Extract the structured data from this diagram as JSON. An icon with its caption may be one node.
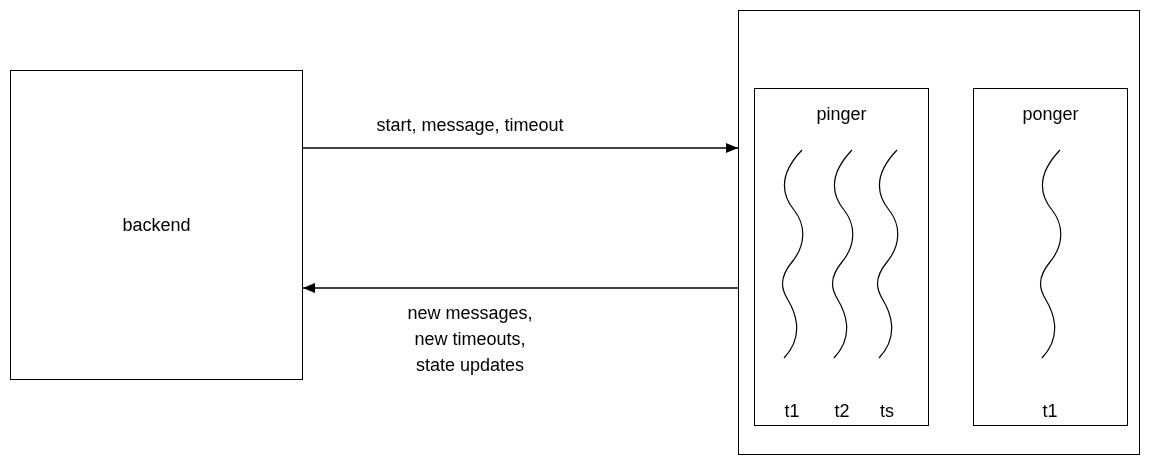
{
  "diagram": {
    "nodes": [
      {
        "text": [
          "backend"
        ]
      },
      {
        "text": [],
        "shape": "box"
      },
      {
        "text": [
          "pinger"
        ],
        "in": 1
      },
      {
        "text": [
          "ponger"
        ],
        "in": 1
      }
    ],
    "edges": [
      {
        "from": 0,
        "to": 1,
        "arrow": "to",
        "label": "start, message, timeout"
      },
      {
        "from": 1,
        "to": 0,
        "arrow": "to",
        "label": "new messages, new timeouts, state updates"
      }
    ],
    "labels": [
      "t1",
      "t2",
      "ts",
      "t1"
    ]
  }
}
